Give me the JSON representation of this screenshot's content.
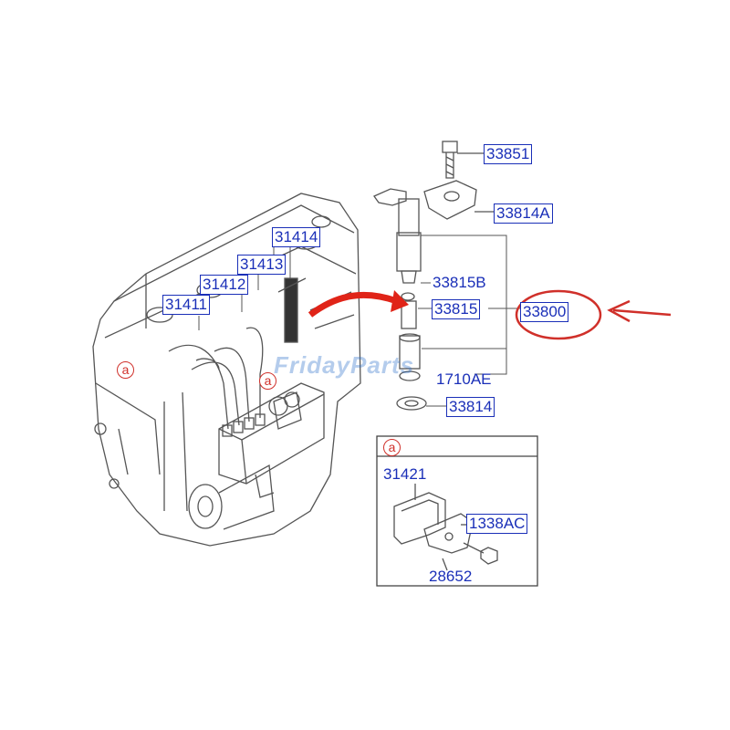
{
  "labels": {
    "p31414": "31414",
    "p31413": "31413",
    "p31412": "31412",
    "p31411": "31411",
    "p33851": "33851",
    "p33814A": "33814A",
    "p33815B": "33815B",
    "p33815": "33815",
    "p33800": "33800",
    "p1710AE": "1710AE",
    "p33814": "33814",
    "p31421": "31421",
    "p1338AC": "1338AC",
    "p28652": "28652"
  },
  "callouts": {
    "a_engine_left": "a",
    "a_engine_center": "a",
    "a_inset": "a"
  },
  "watermark": "FridayParts",
  "colors": {
    "label": "#1a2fb8",
    "highlight": "#d0302a",
    "line": "#555555"
  }
}
